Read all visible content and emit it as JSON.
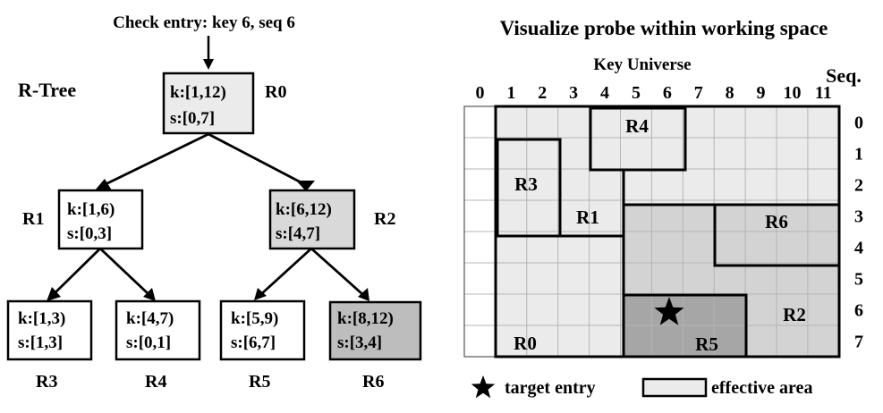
{
  "tree": {
    "header": "Check entry: key 6, seq 6",
    "title": "R-Tree",
    "nodes": [
      {
        "id": "R0",
        "label": "R0",
        "k": "k:[1,12)",
        "s": "s:[0,7]",
        "fill": "#ebebeb"
      },
      {
        "id": "R1",
        "label": "R1",
        "k": "k:[1,6)",
        "s": "s:[0,3]",
        "fill": "#ffffff"
      },
      {
        "id": "R2",
        "label": "R2",
        "k": "k:[6,12)",
        "s": "s:[4,7]",
        "fill": "#d9d9d9"
      },
      {
        "id": "R3",
        "label": "R3",
        "k": "k:[1,3)",
        "s": "s:[1,3]",
        "fill": "#ffffff"
      },
      {
        "id": "R4",
        "label": "R4",
        "k": "k:[4,7)",
        "s": "s:[0,1]",
        "fill": "#ffffff"
      },
      {
        "id": "R5",
        "label": "R5",
        "k": "k:[5,9)",
        "s": "s:[6,7]",
        "fill": "#ffffff"
      },
      {
        "id": "R6",
        "label": "R6",
        "k": "k:[8,12)",
        "s": "s:[3,4]",
        "fill": "#bdbdbd"
      }
    ]
  },
  "grid": {
    "title": "Visualize probe within working space",
    "key_label": "Key Universe",
    "seq_label": "Seq.",
    "key_ticks": [
      "0",
      "1",
      "2",
      "3",
      "4",
      "5",
      "6",
      "7",
      "8",
      "9",
      "10",
      "11"
    ],
    "seq_ticks": [
      "0",
      "1",
      "2",
      "3",
      "4",
      "5",
      "6",
      "7"
    ],
    "regions": [
      {
        "name": "R0",
        "label": "R0"
      },
      {
        "name": "R1",
        "label": "R1"
      },
      {
        "name": "R2",
        "label": "R2"
      },
      {
        "name": "R3",
        "label": "R3"
      },
      {
        "name": "R4",
        "label": "R4"
      },
      {
        "name": "R5",
        "label": "R5"
      },
      {
        "name": "R6",
        "label": "R6"
      }
    ],
    "colors": {
      "r0": "#ebebeb",
      "r2": "#d3d3d3",
      "r5": "#a6a6a6",
      "outside": "#ffffff",
      "grid_line": "#b4b4b4"
    }
  },
  "legend": {
    "target": "target entry",
    "effective": "effective area"
  }
}
